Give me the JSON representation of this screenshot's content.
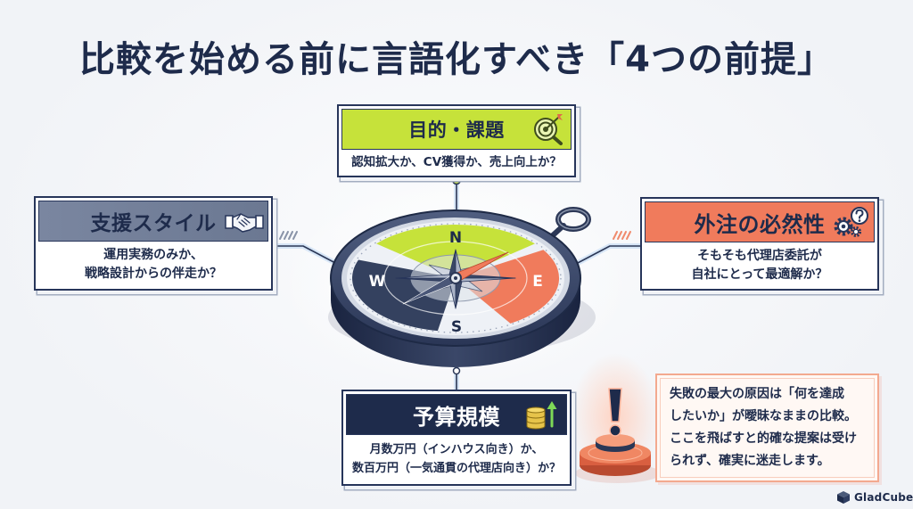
{
  "title": "比較を始める前に言語化すべき「4つの前提」",
  "cards": {
    "top": {
      "heading": "目的・課題",
      "icon": "target-magnifier-icon",
      "lines": [
        "認知拡大か、CV獲得か、売上向上か？"
      ]
    },
    "left": {
      "heading": "支援スタイル",
      "icon": "handshake-icon",
      "lines": [
        "運用実務のみか、",
        "戦略設計からの伴走か？"
      ]
    },
    "right": {
      "heading": "外注の必然性",
      "icon": "gears-question-icon",
      "lines": [
        "そもそも代理店委託が",
        "自社にとって最適解か？"
      ]
    },
    "bottom": {
      "heading": "予算規模",
      "icon": "coins-growth-icon",
      "lines": [
        "月数万円（インハウス向き）か、",
        "数百万円（一気通貫の代理店向き）か？"
      ]
    }
  },
  "compass": {
    "icon": "compass-icon",
    "north": "N",
    "east": "E",
    "south": "S",
    "west": "W"
  },
  "warning": {
    "icon": "exclamation-icon",
    "lines": [
      "失敗の最大の原因は「何を達成",
      "したいか」が曖昧なままの比較。",
      "ここを飛ばすと的確な提案は受け",
      "られず、確実に迷走します。"
    ]
  },
  "logo": {
    "icon": "cube-icon",
    "text": "GladCube"
  },
  "colors": {
    "navy": "#1e2b4b",
    "lime": "#c6e23a",
    "coral": "#f07b5c",
    "slate": "#6b7892",
    "peach": "#f3a98f",
    "background": "#f1f3f7"
  }
}
